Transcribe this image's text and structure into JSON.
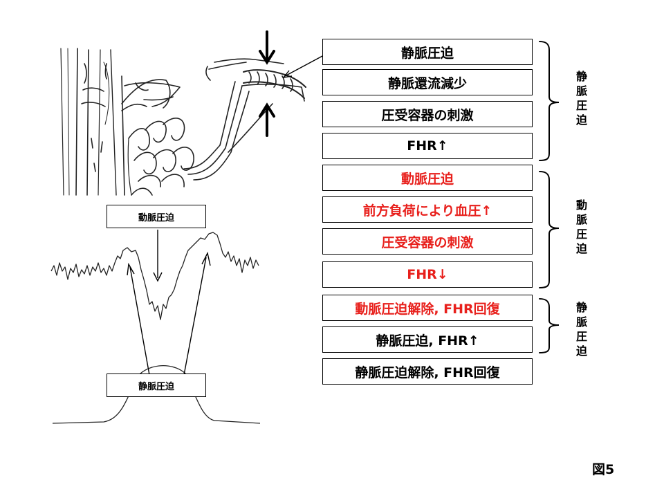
{
  "steps": [
    {
      "text": "静脈圧迫",
      "color": "#000000"
    },
    {
      "text": "静脈還流減少",
      "color": "#000000"
    },
    {
      "text": "圧受容器の刺激",
      "color": "#000000"
    },
    {
      "text": "FHR↑",
      "color": "#000000"
    },
    {
      "text": "動脈圧迫",
      "color": "#e8201c"
    },
    {
      "text": "前方負荷により血圧↑",
      "color": "#e8201c"
    },
    {
      "text": "圧受容器の刺激",
      "color": "#e8201c"
    },
    {
      "text": "FHR↓",
      "color": "#e8201c"
    },
    {
      "text": "動脈圧迫解除, FHR回復",
      "color": "#e8201c"
    },
    {
      "text": "静脈圧迫, FHR↑",
      "color": "#000000"
    },
    {
      "text": "静脈圧迫解除, FHR回復",
      "color": "#000000"
    }
  ],
  "brackets": [
    {
      "label": "静脈圧迫"
    },
    {
      "label": "動脈圧迫"
    },
    {
      "label": "静脈圧迫"
    }
  ],
  "graph_labels": {
    "artery": "動脈圧迫",
    "vein": "静脈圧迫"
  },
  "figure_label": "図5",
  "colors": {
    "red": "#e8201c",
    "black": "#000000"
  }
}
